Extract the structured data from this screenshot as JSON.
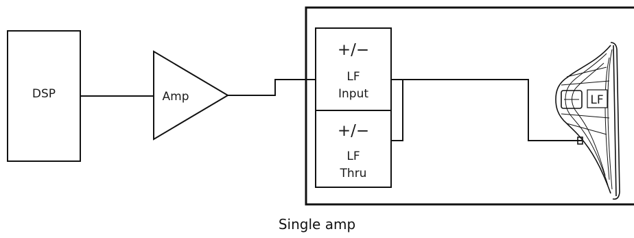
{
  "blocks": {
    "dsp_label": "DSP",
    "amp_label": "Amp",
    "lf_input": {
      "sign": "+/−",
      "line1": "LF",
      "line2": "Input"
    },
    "lf_thru": {
      "sign": "+/−",
      "line1": "LF",
      "line2": "Thru"
    },
    "speaker_label": "LF"
  },
  "caption": "Single amp"
}
